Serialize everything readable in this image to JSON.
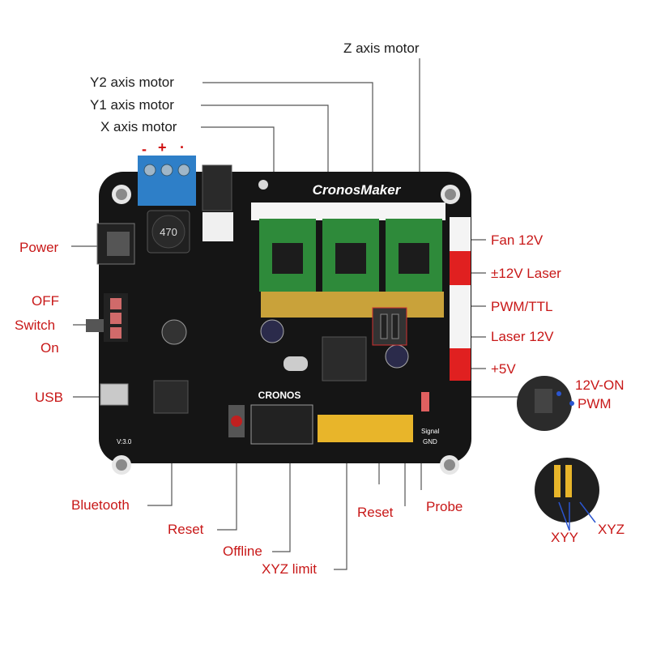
{
  "labels": {
    "z_motor": "Z axis motor",
    "y2_motor": "Y2 axis motor",
    "y1_motor": "Y1 axis motor",
    "x_motor": "X axis motor",
    "power": "Power",
    "off": "OFF",
    "switch": "Switch",
    "on": "On",
    "usb": "USB",
    "bluetooth": "Bluetooth",
    "reset_left": "Reset",
    "offline": "Offline",
    "xyz_limit": "XYZ limit",
    "reset_bottom": "Reset",
    "probe": "Probe",
    "fan": "Fan 12V",
    "laser_pm": "±12V Laser",
    "pwm_ttl": "PWM/TTL",
    "laser12": "Laser 12V",
    "plus5": "+5V",
    "v12_on": "12V-ON",
    "pwm": "PWM",
    "xyy": "XYY",
    "xyz": "XYZ"
  },
  "terminal_signs": {
    "minus": "-",
    "plus": "+",
    "dot": "·"
  },
  "board": {
    "brand": "CronosMaker",
    "logo": "CRONOS",
    "version": "V:3.0",
    "inductor": "470",
    "signal": "Signal",
    "gnd": "GND"
  },
  "colors": {
    "board": "#151515",
    "label_black": "#1c1c1c",
    "label_red": "#c81818",
    "label_blue": "#1f4fd0",
    "driver_green": "#2e8a3a",
    "header_yellow": "#e8b52a",
    "terminal_blue": "#2e7fc8"
  }
}
